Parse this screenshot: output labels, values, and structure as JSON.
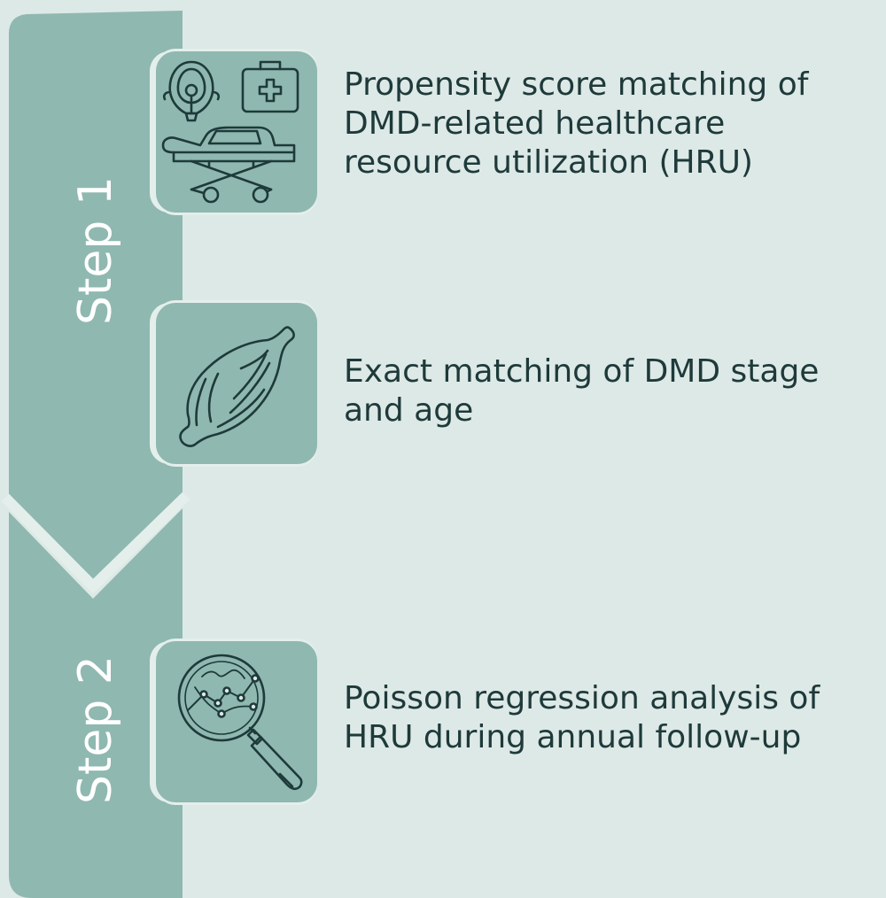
{
  "steps": [
    {
      "label": "Step 1"
    },
    {
      "label": "Step 2"
    }
  ],
  "items": [
    {
      "icon": "hospital-equipment-icon",
      "text": [
        "Propensity score matching of",
        "DMD-related healthcare",
        "resource utilization (HRU)"
      ]
    },
    {
      "icon": "muscle-icon",
      "text": [
        "Exact matching of DMD stage",
        "and age"
      ]
    },
    {
      "icon": "magnifier-chart-icon",
      "text": [
        "Poisson regression analysis of",
        "HRU during annual follow-up"
      ]
    }
  ],
  "colors": {
    "background": "#dde9e6",
    "band": "#8fb8b0",
    "text": "#1e3a3a",
    "icon_stroke": "#1e3a3a"
  }
}
